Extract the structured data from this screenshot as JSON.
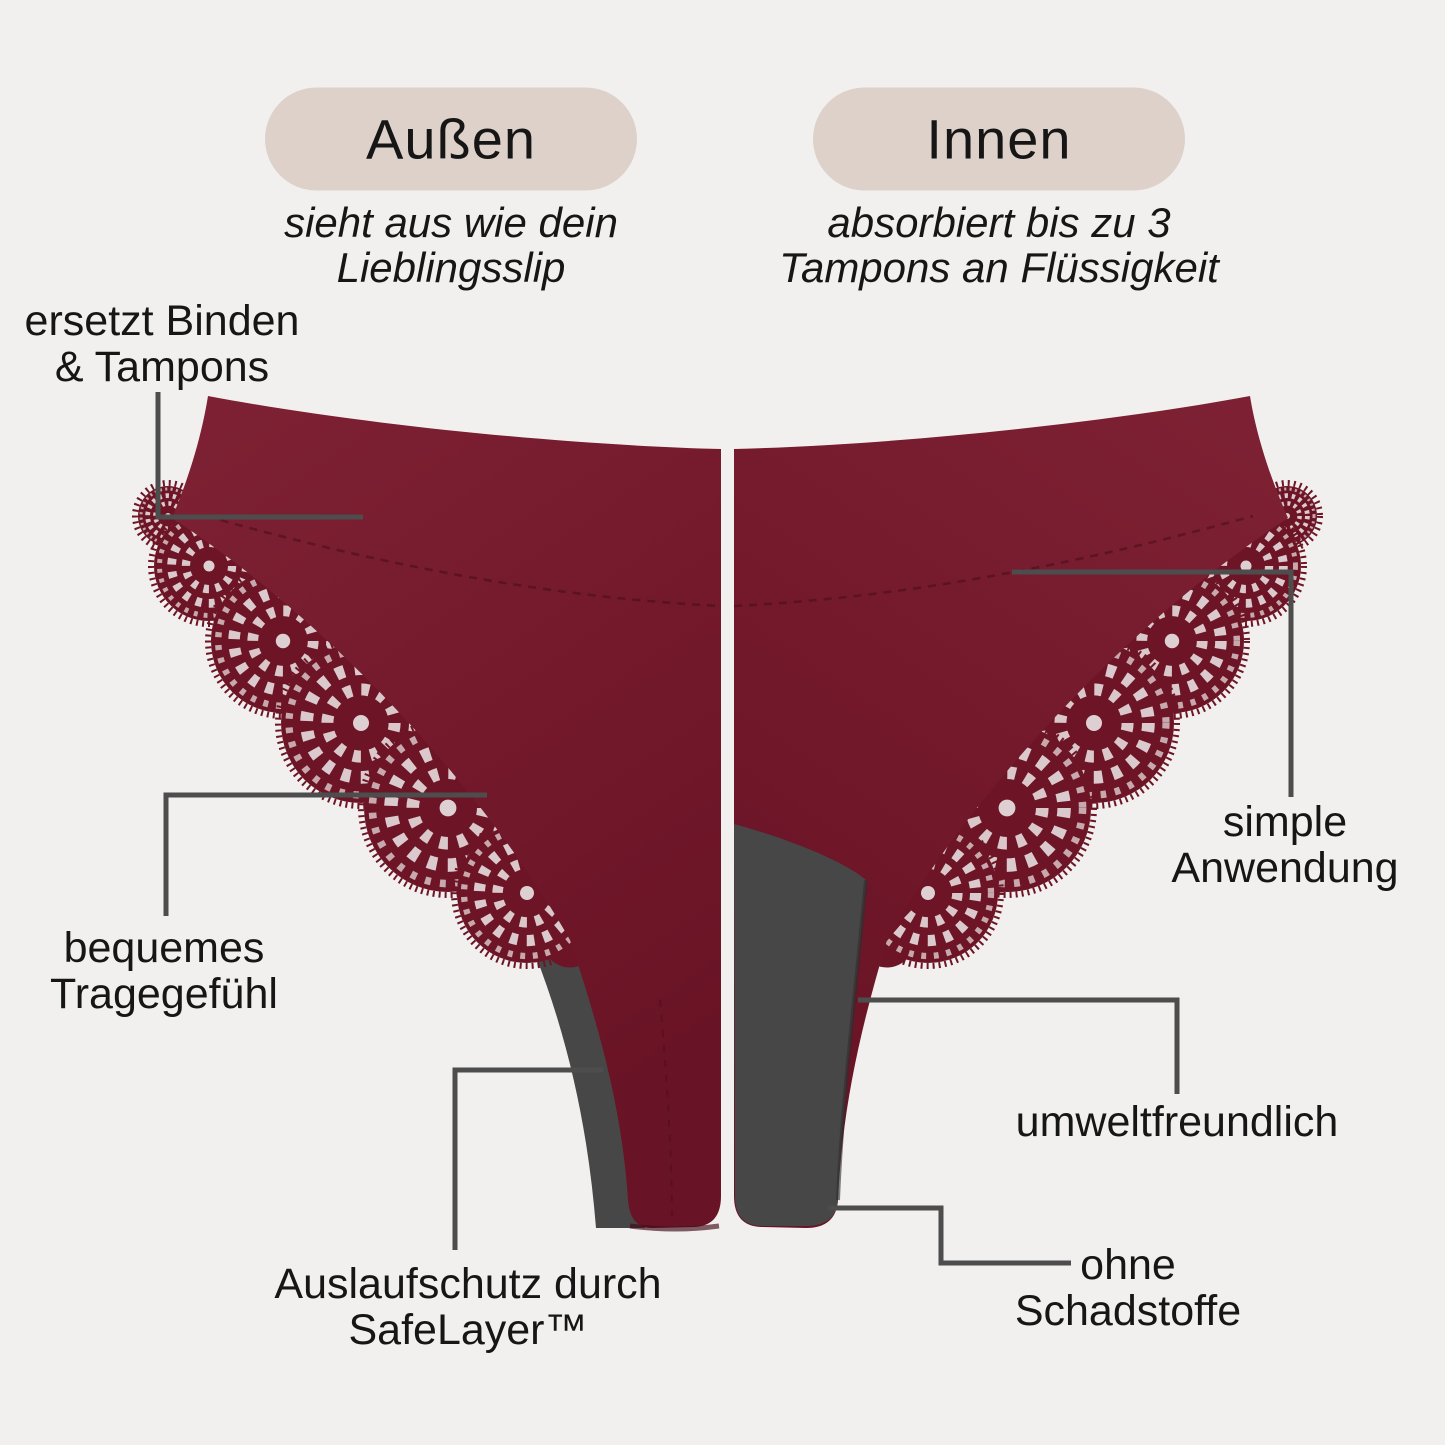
{
  "header": {
    "left": {
      "pill": "Außen",
      "subtitle_line1": "sieht aus wie dein",
      "subtitle_line2": "Lieblingsslip"
    },
    "right": {
      "pill": "Innen",
      "subtitle_line1": "absorbiert bis zu 3",
      "subtitle_line2": "Tampons an Flüssigkeit"
    }
  },
  "callouts": {
    "replaces_pads": {
      "line1": "ersetzt Binden",
      "line2": "& Tampons"
    },
    "comfortable": {
      "line1": "bequemes",
      "line2": "Tragegefühl"
    },
    "leak_protection": {
      "line1": "Auslaufschutz durch",
      "line2": "SafeLayer™"
    },
    "simple_use": {
      "line1": "simple",
      "line2": "Anwendung"
    },
    "eco_friendly": {
      "line1": "umweltfreundlich",
      "line2": ""
    },
    "no_pollutants": {
      "line1": "ohne",
      "line2": "Schadstoffe"
    }
  },
  "product": {
    "left_half": "panty outside view, burgundy with lace trim",
    "right_half": "panty inside view showing dark absorbent liner"
  },
  "colors": {
    "background": "#f1f0ee",
    "pill_background": "#ded1c9",
    "text": "#161616",
    "connector_line": "#4d4d4d",
    "fabric_burgundy": "#7a1e31",
    "fabric_burgundy_dark": "#6e1728",
    "lace_base": "#6d1526",
    "lace_ornament": "#e5dadb",
    "liner_gray": "#474747"
  }
}
